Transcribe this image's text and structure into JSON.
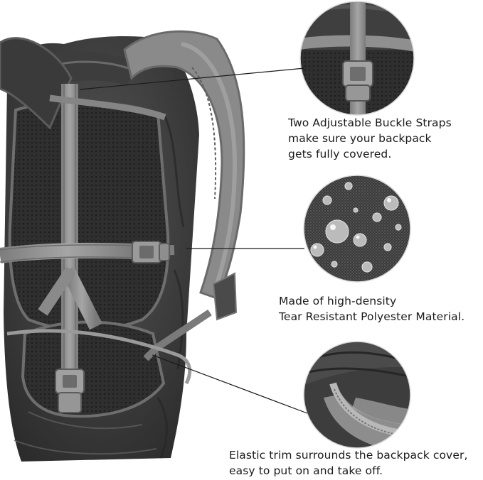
{
  "features": [
    {
      "name": "buckle-straps",
      "lines": [
        "Two Adjustable Buckle Straps",
        "make sure your backpack",
        "gets fully covered."
      ]
    },
    {
      "name": "polyester-material",
      "lines": [
        "Made of high-density",
        "Tear Resistant Polyester Material."
      ]
    },
    {
      "name": "elastic-trim",
      "lines": [
        "Elastic trim surrounds the backpack cover,",
        "easy to put on and take off."
      ]
    }
  ],
  "colors": {
    "background": "#ffffff",
    "cover_dark": "#3c3c3c",
    "cover_mid": "#4d4d4d",
    "mesh": "#2e2e2e",
    "strap": "#8c8c8c",
    "strap_light": "#a3a3a3",
    "pointer_line": "#1a1a1a"
  }
}
